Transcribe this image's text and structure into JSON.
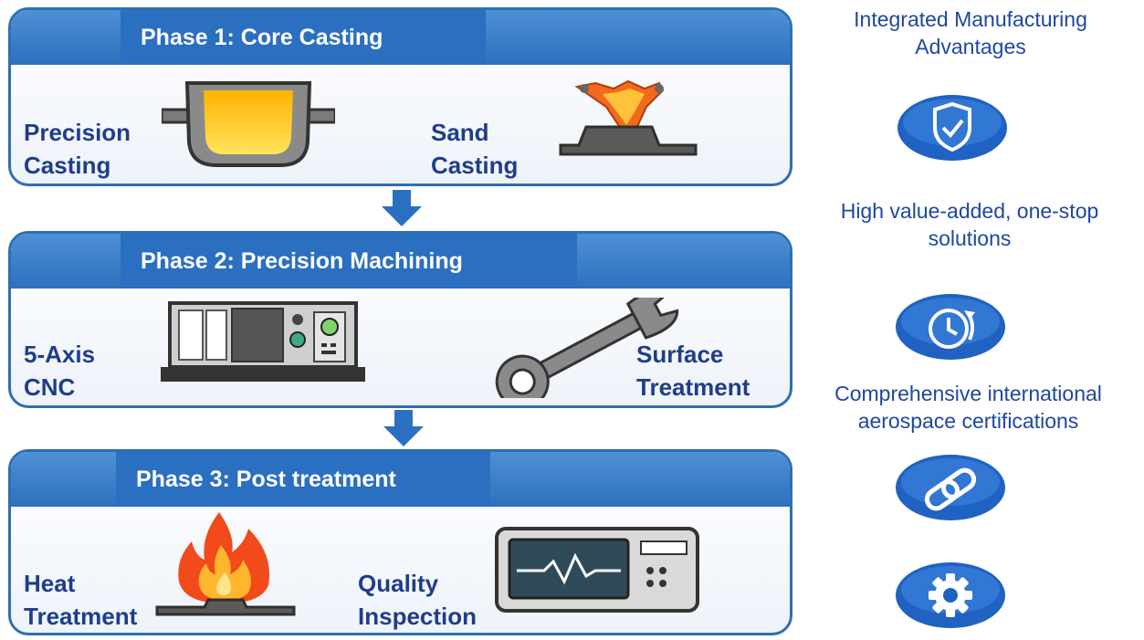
{
  "phases": [
    {
      "title": "Phase 1: Core Casting",
      "items": [
        {
          "line1": "Precision",
          "line2": "Casting",
          "icon": "crucible-icon"
        },
        {
          "line1": "Sand",
          "line2": "Casting",
          "icon": "sand-mold-icon"
        }
      ]
    },
    {
      "title": "Phase 2: Precision Machining",
      "items": [
        {
          "line1": "5-Axis",
          "line2": "CNC",
          "icon": "cnc-machine-icon"
        },
        {
          "line1": "Surface",
          "line2": "Treatment",
          "icon": "wrench-icon"
        }
      ]
    },
    {
      "title": "Phase 3: Post treatment",
      "items": [
        {
          "line1": "Heat",
          "line2": "Treatment",
          "icon": "flame-icon"
        },
        {
          "line1": "Quality",
          "line2": "Inspection",
          "icon": "monitor-icon"
        }
      ]
    }
  ],
  "advantages": {
    "heading_line1": "Integrated Manufacturing",
    "heading_line2": "Advantages",
    "text1_line1": "High value-added, one-stop",
    "text1_line2": "solutions",
    "text2_line1": "Comprehensive international",
    "text2_line2": "aerospace certifications",
    "icons": [
      "shield-check-icon",
      "clock-icon",
      "chain-link-icon",
      "gear-icon"
    ]
  },
  "colors": {
    "accent": "#2b6fc0",
    "text_dark_blue": "#1f3d8a",
    "border": "#2f6fb0"
  }
}
